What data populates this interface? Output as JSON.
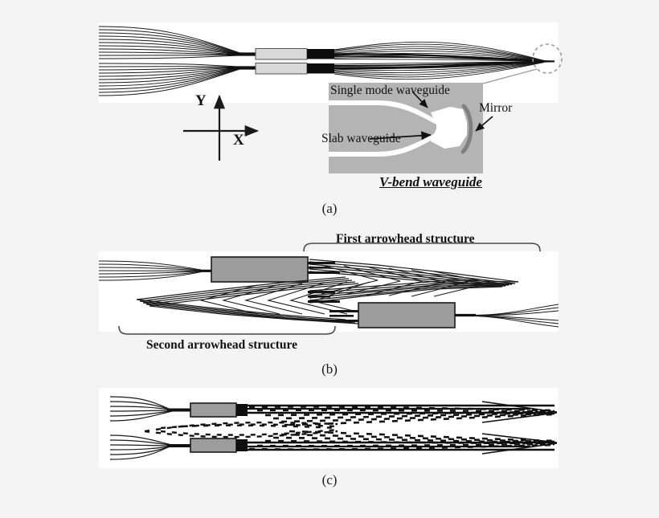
{
  "figure": {
    "background_color": "#f4f4f4",
    "panel_color": "#ffffff",
    "ink_color": "#1a1a1a",
    "inset_bg_color": "#b4b4b4",
    "electrode_light_color": "#d9d9d9",
    "electrode_mid_color": "#9c9c9c",
    "mirror_color": "#808080"
  },
  "axes": {
    "y_label": "Y",
    "x_label": "X"
  },
  "panel_a": {
    "caption": "(a)",
    "callout": "dashed-circle-callout",
    "inset": {
      "title": "V-bend waveguide",
      "labels": {
        "single_mode": "Single mode waveguide",
        "slab": "Slab waveguide",
        "mirror": "Mirror"
      }
    }
  },
  "panel_b": {
    "caption": "(b)",
    "labels": {
      "first": "First arrowhead structure",
      "second": "Second arrowhead structure"
    }
  },
  "panel_c": {
    "caption": "(c)"
  }
}
